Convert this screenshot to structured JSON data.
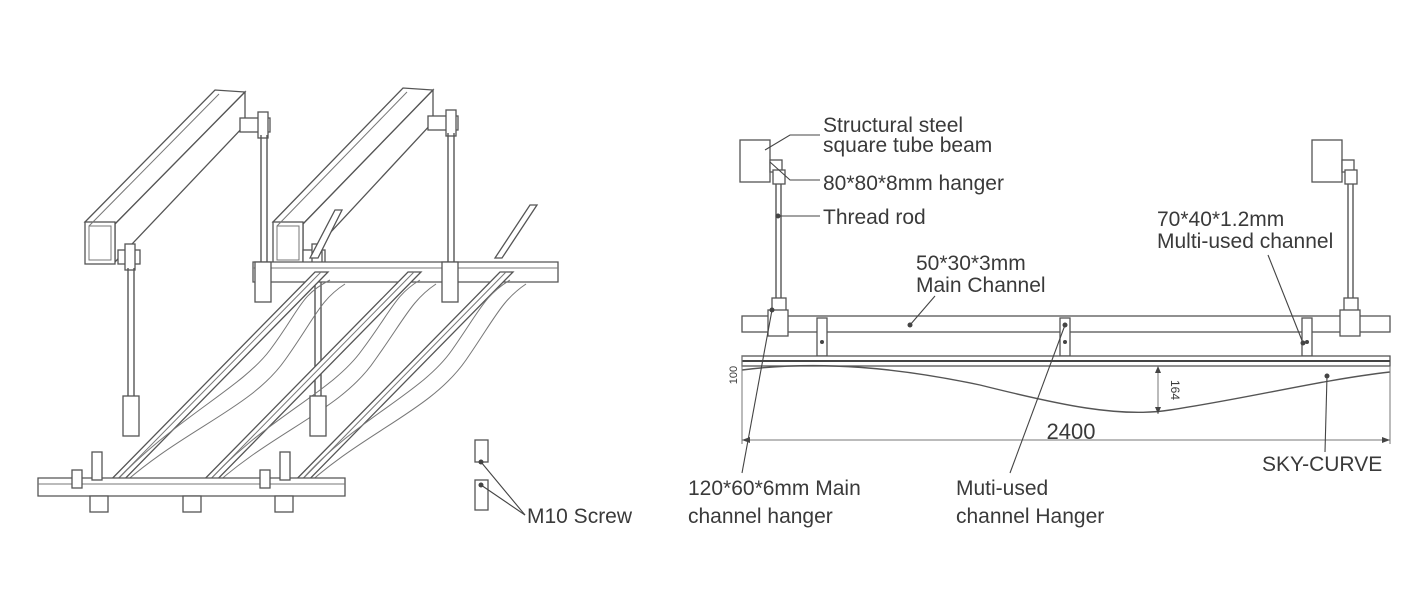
{
  "left_view": {
    "labels": {
      "screw": "M10 Screw"
    }
  },
  "right_view": {
    "labels": {
      "beam_line1": "Structural steel",
      "beam_line2": "square tube beam",
      "hanger": "80*80*8mm hanger",
      "rod": "Thread rod",
      "multi_channel_line1": "70*40*1.2mm",
      "multi_channel_line2": "Multi-used channel",
      "main_channel_line1": "50*30*3mm",
      "main_channel_line2": "Main Channel",
      "main_hanger_line1": "120*60*6mm Main",
      "main_hanger_line2": "channel hanger",
      "multi_hanger_line1": "Muti-used",
      "multi_hanger_line2": "channel Hanger",
      "sky_curve": "SKY-CURVE"
    },
    "dimensions": {
      "height": "100",
      "depth": "164",
      "length": "2400"
    }
  },
  "colors": {
    "line": "#555555",
    "text": "#3a3a3a",
    "background": "#ffffff"
  }
}
